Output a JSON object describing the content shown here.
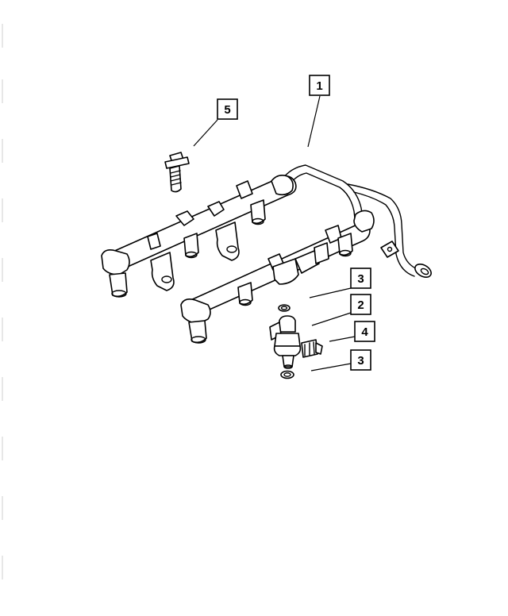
{
  "callouts": [
    {
      "id": "c1",
      "label": "1"
    },
    {
      "id": "c5",
      "label": "5"
    },
    {
      "id": "c3a",
      "label": "3"
    },
    {
      "id": "c2",
      "label": "2"
    },
    {
      "id": "c4",
      "label": "4"
    },
    {
      "id": "c3b",
      "label": "3"
    }
  ],
  "colors": {
    "ink": "#000000",
    "paper": "#ffffff"
  }
}
